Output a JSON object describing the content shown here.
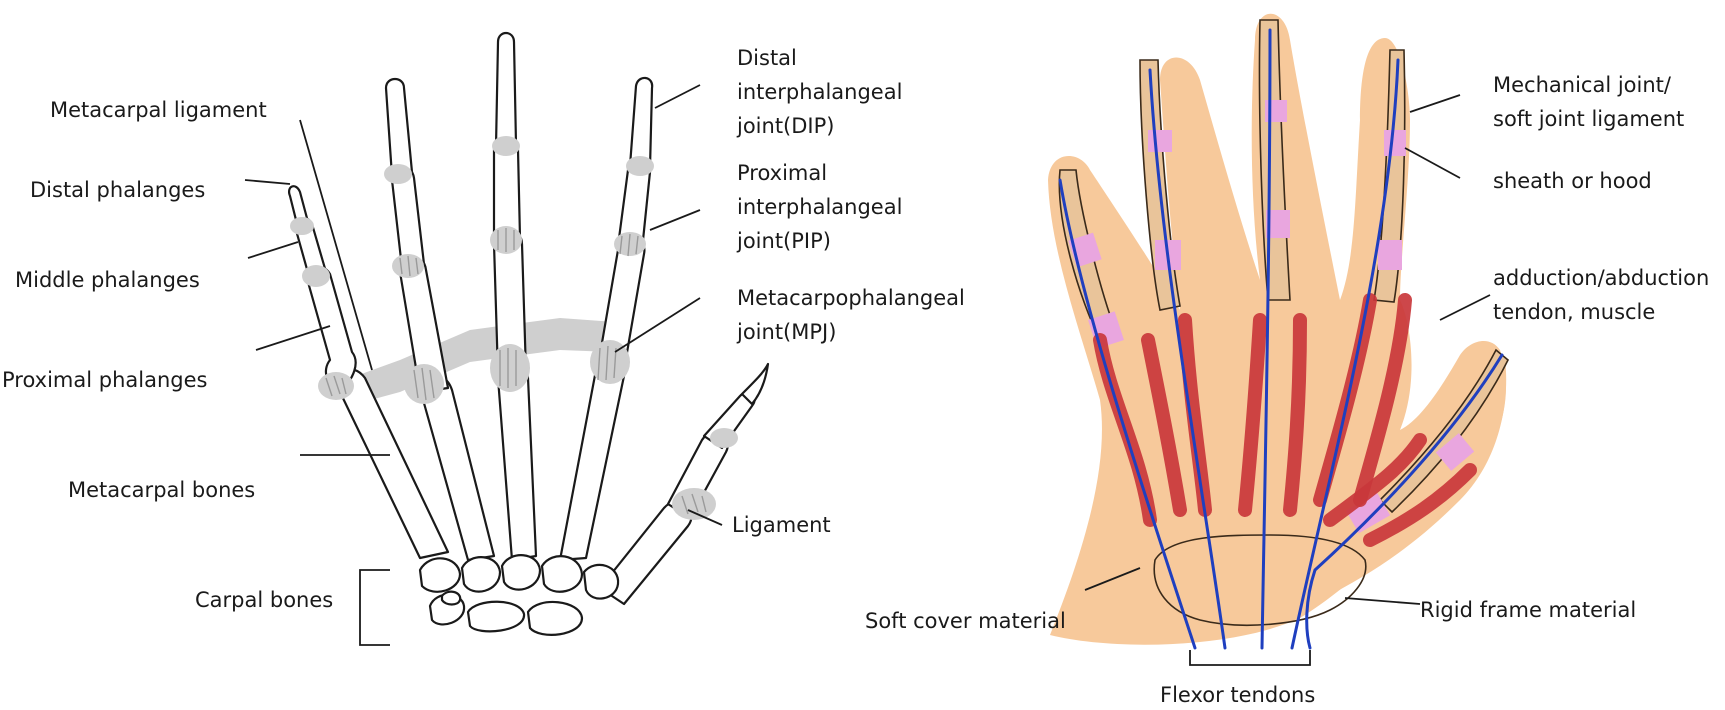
{
  "left_diagram": {
    "labels": {
      "metacarpal_ligament": "Metacarpal ligament",
      "distal_phalanges": "Distal phalanges",
      "middle_phalanges": "Middle phalanges",
      "proximal_phalanges": "Proximal phalanges",
      "metacarpal_bones": "Metacarpal bones",
      "carpal_bones": "Carpal bones",
      "dip": [
        "Distal",
        "interphalangeal",
        "joint(DIP)"
      ],
      "pip": [
        "Proximal",
        "interphalangeal",
        "joint(PIP)"
      ],
      "mpj": [
        "Metacarpophalangeal",
        "joint(MPJ)"
      ],
      "ligament": "Ligament"
    }
  },
  "right_diagram": {
    "labels": {
      "mechanical_joint": [
        "Mechanical joint/",
        "soft joint ligament"
      ],
      "sheath": "sheath or hood",
      "adduction": [
        "adduction/abduction",
        "tendon, muscle"
      ],
      "soft_cover": "Soft cover material",
      "rigid_frame": "Rigid frame material",
      "flexor_tendons": "Flexor tendons"
    }
  },
  "colors": {
    "skin": "#f7c99b",
    "bone": "#e9c49a",
    "joint": "#e9a6df",
    "muscle": "#c9373b",
    "tendon": "#1f3fbf",
    "ligament": "#cfcfcf"
  }
}
